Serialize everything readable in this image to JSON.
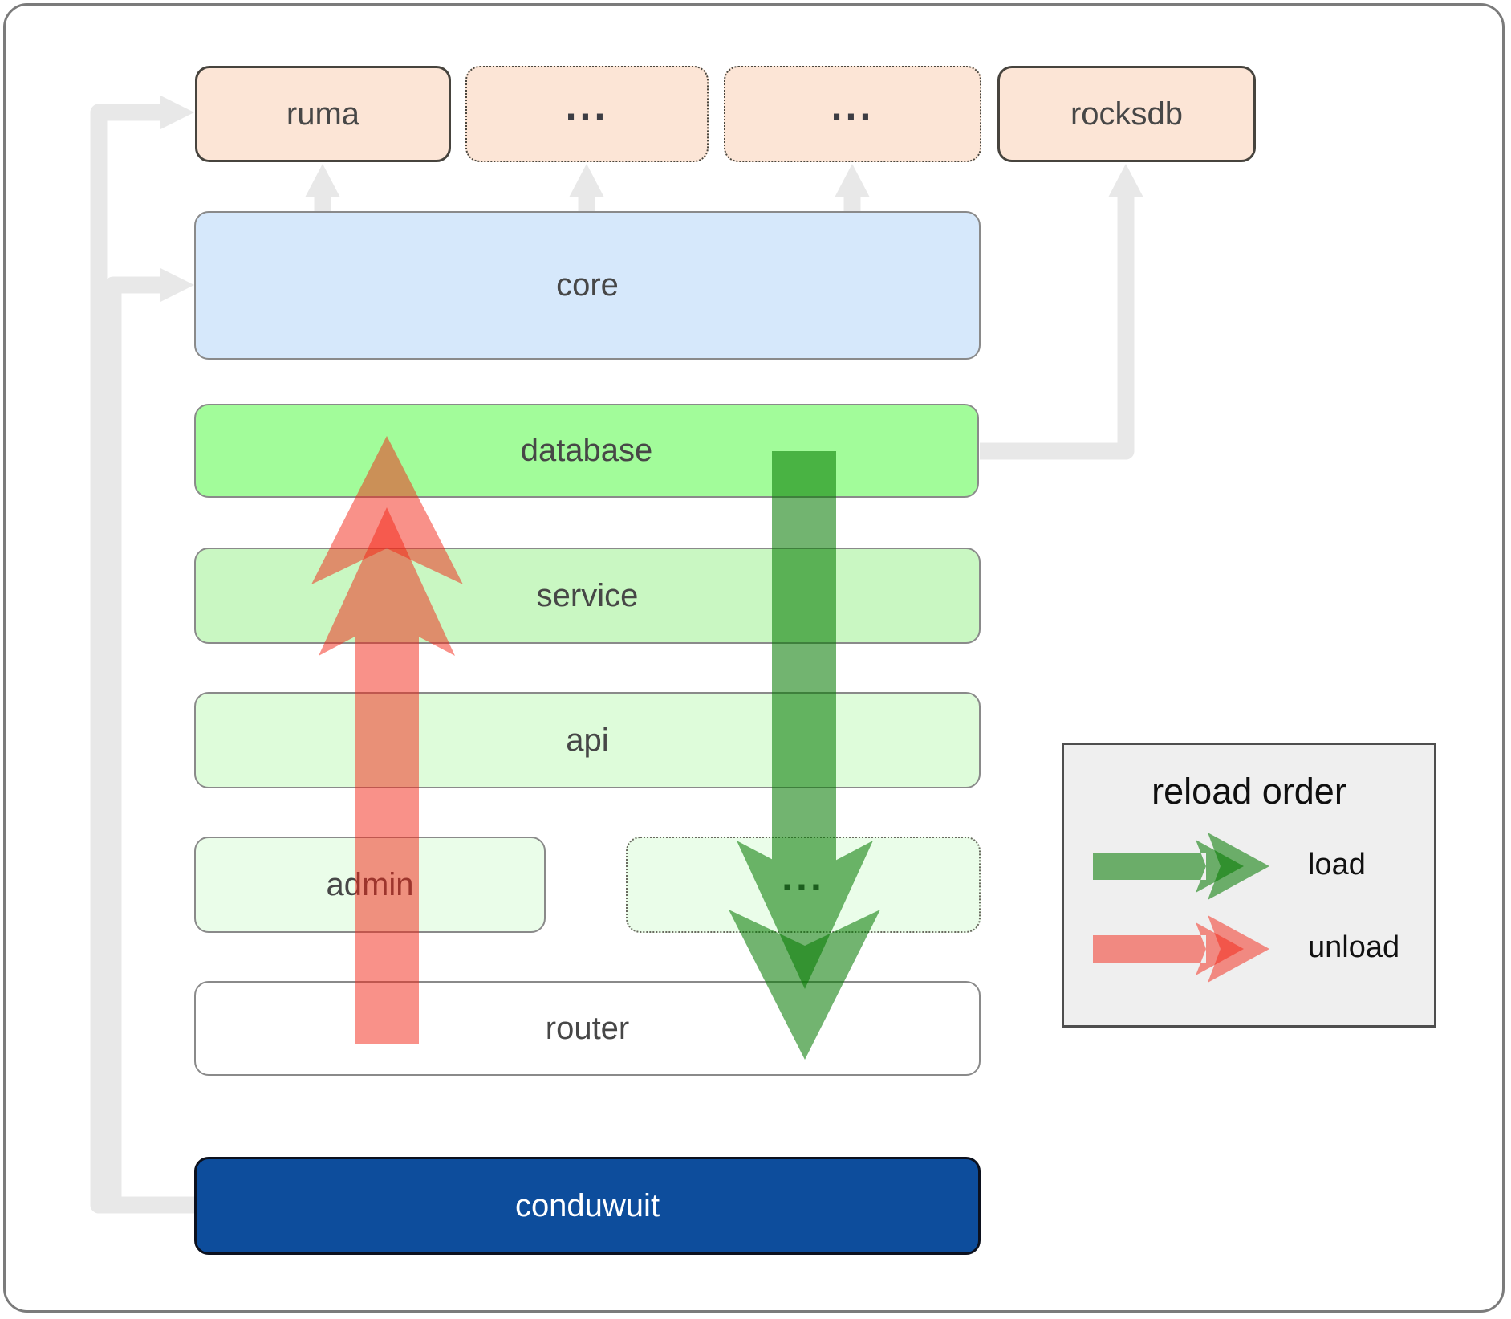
{
  "nodes": {
    "ruma": "ruma",
    "ellipsis_top_left": "...",
    "ellipsis_top_right": "...",
    "rocksdb": "rocksdb",
    "core": "core",
    "database": "database",
    "service": "service",
    "api": "api",
    "admin": "admin",
    "ellipsis_middle": "...",
    "router": "router",
    "conduwuit": "conduwuit"
  },
  "legend": {
    "title": "reload order",
    "load_label": "load",
    "unload_label": "unload"
  },
  "colors": {
    "load_arrow": "#047a00",
    "unload_arrow": "#f32313",
    "connector_gray": "#e8e8e8",
    "node_peach": "#fce5d6",
    "node_core_blue": "#d6e8fb",
    "node_database_green": "#a2fc9a",
    "node_service_green": "#c9f7c2",
    "node_api_green": "#defcda",
    "node_faint_green": "#eafde9",
    "conduwuit_blue": "#0d4d9c",
    "legend_background": "#efefef"
  }
}
